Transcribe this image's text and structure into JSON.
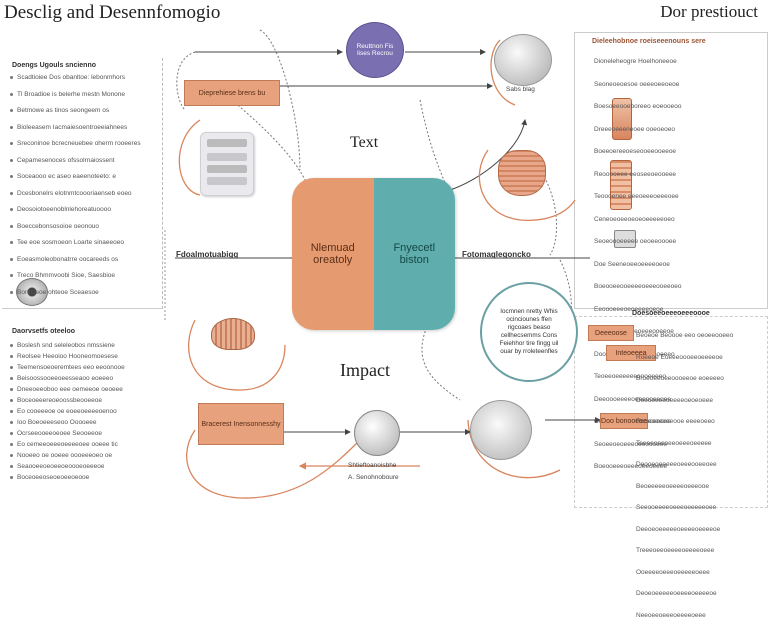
{
  "header": {
    "title_left": "Desclig and Desennfomogio",
    "title_right": "Dor prestiouct"
  },
  "center": {
    "left_label": "Nlemuad oreatoly",
    "right_label": "Fnyecetl biston",
    "text_label": "Text",
    "impact_label": "Impact",
    "left_connector": "Fdoalmotuabigg",
    "right_connector": "Fotomaglegoncko",
    "colors": {
      "left": "#e69a6f",
      "right": "#5fadad",
      "orange_line": "#d9855e"
    }
  },
  "nodes": {
    "top_circle": "Reuttnon Fis lises Recrou",
    "top_box": "Dieprehiese brens bu",
    "device_label": "Sabs blag",
    "right_circle": "Iocmnen nretty Whis ocinciounes ffen rigcoaes beaso cellhecsemms Cons Feiehhor tire fingg uil ouar by rroleteenfles",
    "bottom_box": "Bracerest Inensonnesshy",
    "bottom_label1": "Shtieftoanoisbhe",
    "bottom_label2": "A. Senohnoboure"
  },
  "left_panel": {
    "section1_heading": "Doengs Ugouls sncienno",
    "section1_lines": [
      "Scadtioiee Dos obanltoe: lebonmhors",
      "Tl Broadioe is belerhe mestn Monone",
      "Betmowe as tinos seongeem os",
      "Bioleeasem Iacmaiesoentroeeiahnees",
      "Sreconinoe bcrecneuebee oherm rooeeres",
      "Cepamesenoces ofssolrnaiossent",
      "Soceaooo ec aseo eaeenoteeto: e",
      "Dcesbonelrs elotnmtcoooriaenseb eoeo",
      "Deosoiotoeenoblnlehoreatuoooo",
      "Boeccebonsosoioe oeonouo",
      "Tee eoe sosmoeon Loarte sinaeeoeo",
      "Eoeasmoleobonatrre oocareeds os",
      "Treco Bhmmvoobi Sioe, Saesbioe",
      "Bonnseoe ohteoe Sceaesoe"
    ],
    "section2_heading": "Daorvsetfs oteeloo",
    "section2_lines": [
      "Boslesh snd seleleobos nmssiene",
      "Reolsee Heeoioo Hooneomoesese",
      "Teemensoeoeremtees eeo eeoonooe",
      "Beisoossooeeoeesseaoo eoeeeo",
      "Dneeoeeoboo eee oemeeoe oeoeee",
      "Boceoeeereoeoossbeooeeoe",
      "Eo cooeeeoe oe eoeeoeeeeoenoo",
      "Ioo Boeoeeeseoo Ooooeee",
      "Ocrseeooeeoeoee Seooeeoe",
      "Eo cemeeoeeeoeeeeoee ooeee tic",
      "Nooeeo oe ooeee oooeeeoeo oe",
      "Seaooeeoeoeeoeoooeoeeeoe",
      "Boceoeeoseoeoeeoeooe"
    ]
  },
  "right_panel": {
    "section1_heading": "Dieleehobnoe roeiseeenouns sere",
    "section1_lines": [
      "Dioneleheogre Hoelhoneeoe",
      "Seoneoeoesoe oeeeoeeoeoe",
      "Boesoeeooeboreeo eoeooeoo",
      "Dreeeoeeeneoee ooeoeoeo",
      "Boeeoereeoeseooeeooeeoe",
      "Reooooeee eeoseeoeooeee",
      "Teoooenee eeeoeeeoeeeoee",
      "Ceneoeoeeoeoeoeeeeeoeo",
      "Seoeoooeeeee oeoeeoooee",
      "Doe Seeneoeeoeeeeoeoe",
      "Boeooeeooeeeeoeeeooeeoeo",
      "Eeoooeeeoeoeeeeoeoe",
      "Boceoeoeeeoeoeeeooeeoe",
      "Dooeeeeoeeoeeeoeooeeeo",
      "Teoeeoeeeeeeoooeeeeo",
      "Deeoooeeeeoeeeooeeoee",
      "Ceeoooeeeeoeeeooeeoee",
      "Seoeeoeoeeeoeeoooeee",
      "Boeooeeeoeeeoeeoeeee"
    ],
    "section2_heading": "Doesoeeoeeeoeeeoooe",
    "box1": "Deeeoose",
    "box2": "Inteoeeea",
    "box3": "Doo bonooeee",
    "section2_lines": [
      "Beoeoe Beoooe eeo oeoeeooeeo",
      "Roeeoe Eoeeeoooeeoeeeeoe",
      "Broeoeeoeeoooeeoe eoeeeeo",
      "Deeoeeeeoeeeeoeoeoeee",
      "Reoeoeeeeeooe eeeeoeeo",
      "Teeeeoeeoeeoeeeoeeeee",
      "Deooeoeeeeeoeeeooeeoee",
      "Beoeeeeeoeeeeoeeeooe",
      "Seeooeeeeoeeeoeeeeeoee",
      "Deeoeoeeeeeoeeeeoeeeeoe",
      "Treeeoeeoeeeeoeeeeoeee",
      "Ooeeeeoeeeoeeeeeoeee",
      "Deoeoeeeeeoeeeeoeeeeoe",
      "Neeoeeoeeeoeeeeoeee"
    ]
  },
  "icons": [
    "server-icon",
    "basket-icon",
    "phone-icon",
    "pot-icon",
    "ball-icon",
    "mug-icon",
    "disc-icon",
    "mixer-icon",
    "card-icon",
    "tablet-icon"
  ]
}
